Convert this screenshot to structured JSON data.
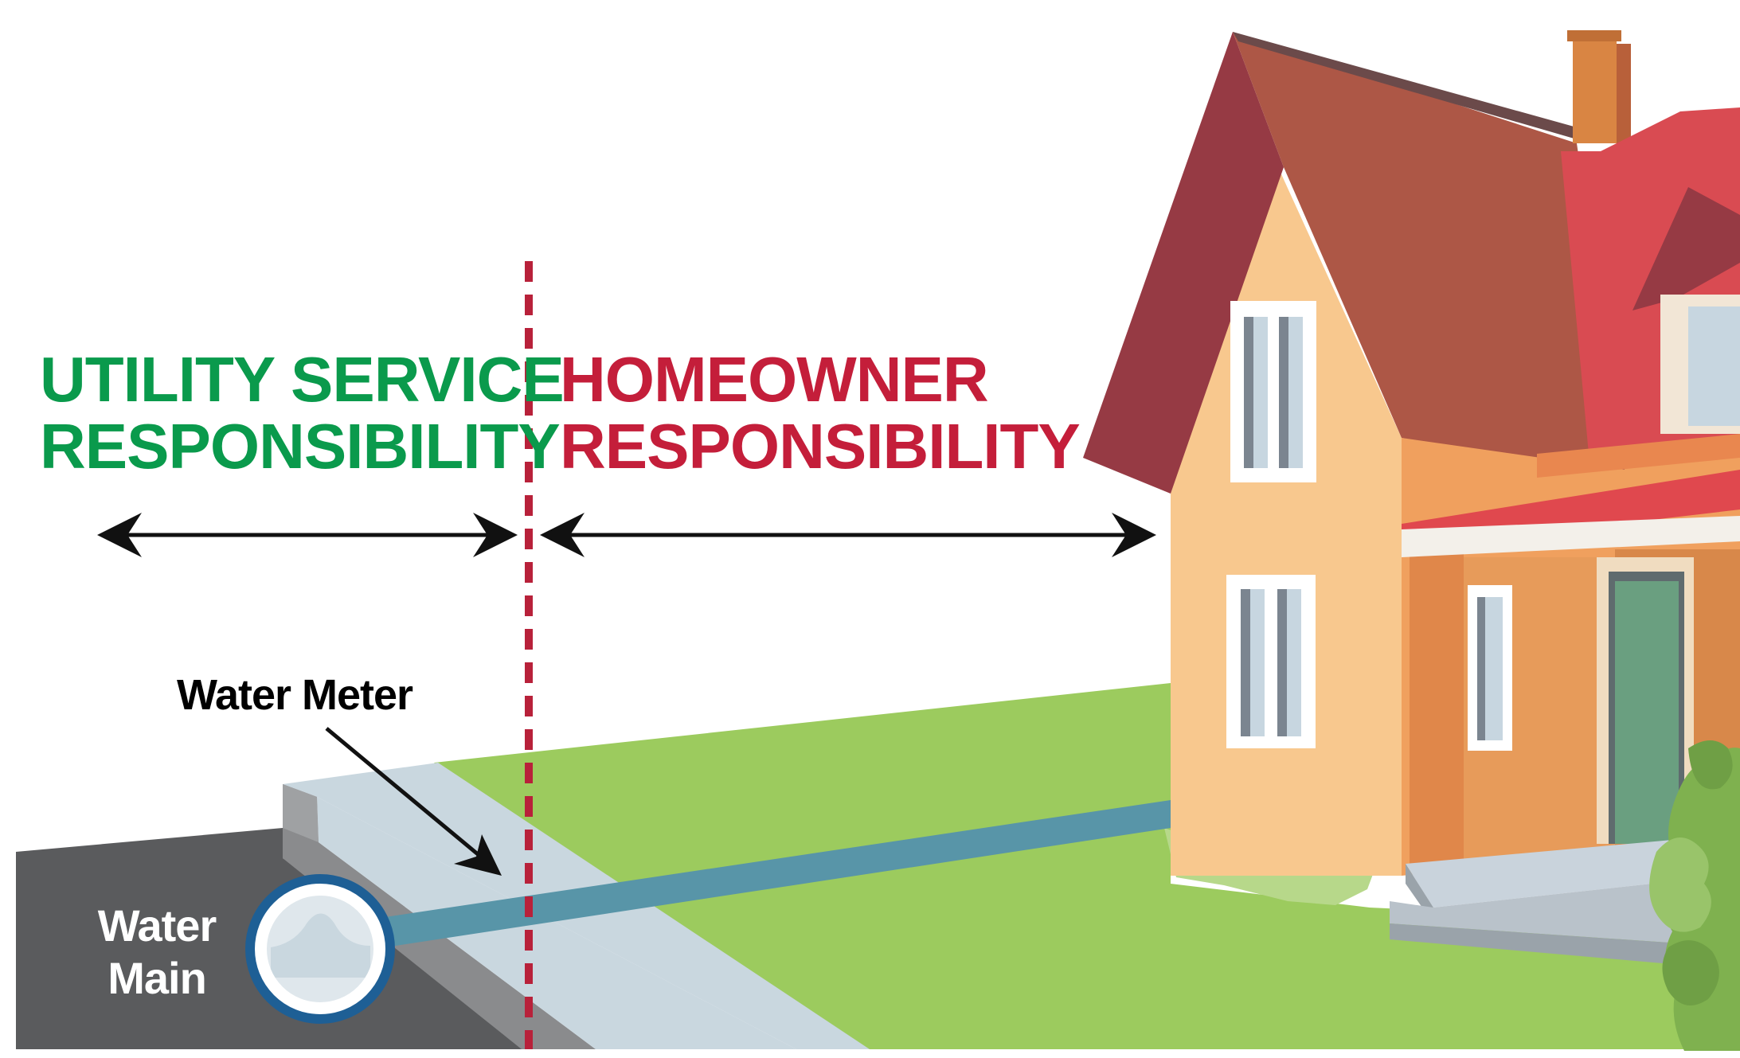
{
  "colors": {
    "utility": "#0a9a4c",
    "homeowner": "#c41e3a",
    "arrow": "#111111",
    "divider": "#b8213a",
    "lawn": "#9ccb5e",
    "sidewalk": "#c9d7df",
    "street": "#5a5b5d",
    "pipe": "#5895a8",
    "main_ring": "#1e5f95"
  },
  "utility": {
    "line1": "UTILITY SERVICE",
    "line2": "RESPONSIBILITY"
  },
  "homeowner": {
    "line1": "HOMEOWNER",
    "line2": "RESPONSIBILITY"
  },
  "water_meter": {
    "label": "Water Meter"
  },
  "water_main": {
    "line1": "Water",
    "line2": "Main"
  },
  "icons": {
    "arrows": "double-headed-arrow-icon",
    "main": "water-main-pipe-icon",
    "house": "house-icon"
  }
}
